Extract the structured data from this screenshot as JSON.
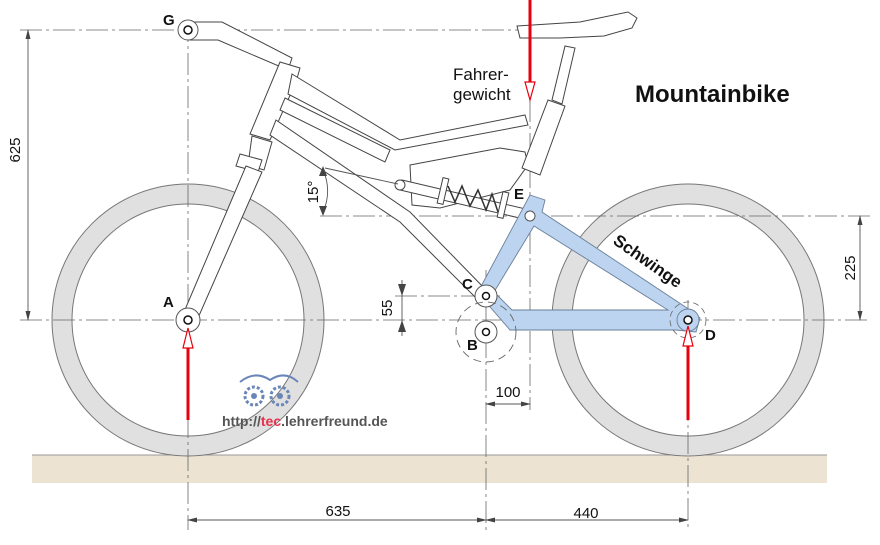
{
  "title": "Mountainbike",
  "colors": {
    "swingarm": "#bcd4f0",
    "tire": "#e0e0e0",
    "ground": "#ece3d3",
    "force": "#e8000c",
    "watermark_accent": "#e8304a"
  },
  "points": {
    "A": "A",
    "B": "B",
    "C": "C",
    "D": "D",
    "E": "E",
    "G": "G"
  },
  "labels": {
    "rider_weight_line1": "Fahrer-",
    "rider_weight_line2": "gewicht",
    "swingarm": "Schwinge",
    "angle": "15°"
  },
  "dimensions": {
    "height_G_A": "625",
    "height_E_D": "225",
    "offset_C_B": "55",
    "offset_B_E": "100",
    "length_A_B": "635",
    "length_B_D": "440"
  },
  "watermark": {
    "prefix": "http://",
    "accent": "tec",
    "suffix": ".lehrerfreund.de"
  }
}
